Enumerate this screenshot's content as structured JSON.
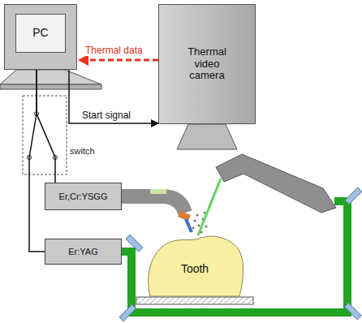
{
  "diagram": {
    "nodes": [
      {
        "text": [
          "PC"
        ]
      },
      {
        "text": [
          "Thermal video camera"
        ]
      },
      {
        "text": [
          "Er,Cr:YSGG"
        ]
      },
      {
        "text": [
          "Er:YAG"
        ]
      },
      {
        "text": [
          "Tooth"
        ]
      }
    ],
    "edges": [
      {
        "from": 1,
        "to": 0,
        "label": "Thermal data",
        "arrow": "to"
      },
      {
        "from": 0,
        "to": 1,
        "label": "Start signal",
        "arrow": "to"
      },
      {
        "from": 0,
        "to": 2,
        "arrow": "none"
      },
      {
        "from": 0,
        "to": 3,
        "arrow": "none"
      }
    ],
    "labels": [
      "switch"
    ]
  }
}
